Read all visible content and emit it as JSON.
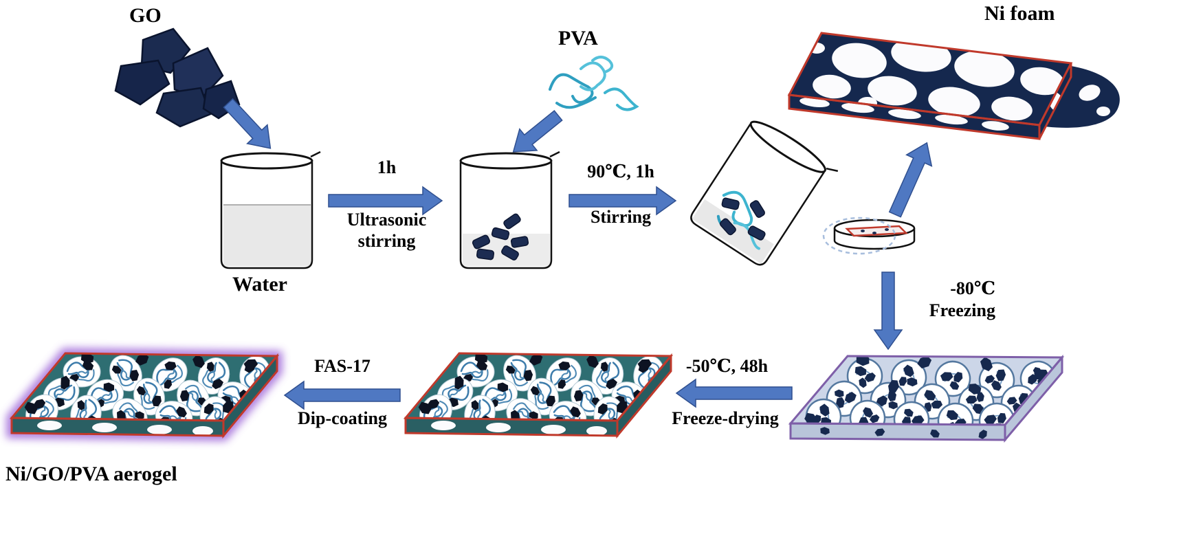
{
  "materials": {
    "go_label": "GO",
    "pva_label": "PVA",
    "ni_foam_label": "Ni foam",
    "water_label": "Water",
    "product_label": "Ni/GO/PVA aerogel"
  },
  "process_steps": {
    "ultrasonic": {
      "condition": "1h",
      "action": "Ultrasonic\nstirring"
    },
    "heating": {
      "condition": "90℃, 1h",
      "action": "Stirring"
    },
    "freezing": {
      "condition": "-80℃",
      "action": "Freezing"
    },
    "freeze_drying": {
      "condition": "-50℃, 48h",
      "action": "Freeze-drying"
    },
    "dip_coating": {
      "condition": "FAS-17",
      "action": "Dip-coating"
    }
  },
  "colors": {
    "arrow_blue": "#4f78c2",
    "go_navy": "#1c2c52",
    "pva_cyan": "#3aaecb",
    "foam_navy": "#15284e",
    "edge_red": "#c0392b",
    "edge_purple": "#7e5fa8",
    "aerogel_teal": "#2e6e72",
    "frozen_fill": "#ccd6e8",
    "glow_purple": "#9a5fd6"
  }
}
